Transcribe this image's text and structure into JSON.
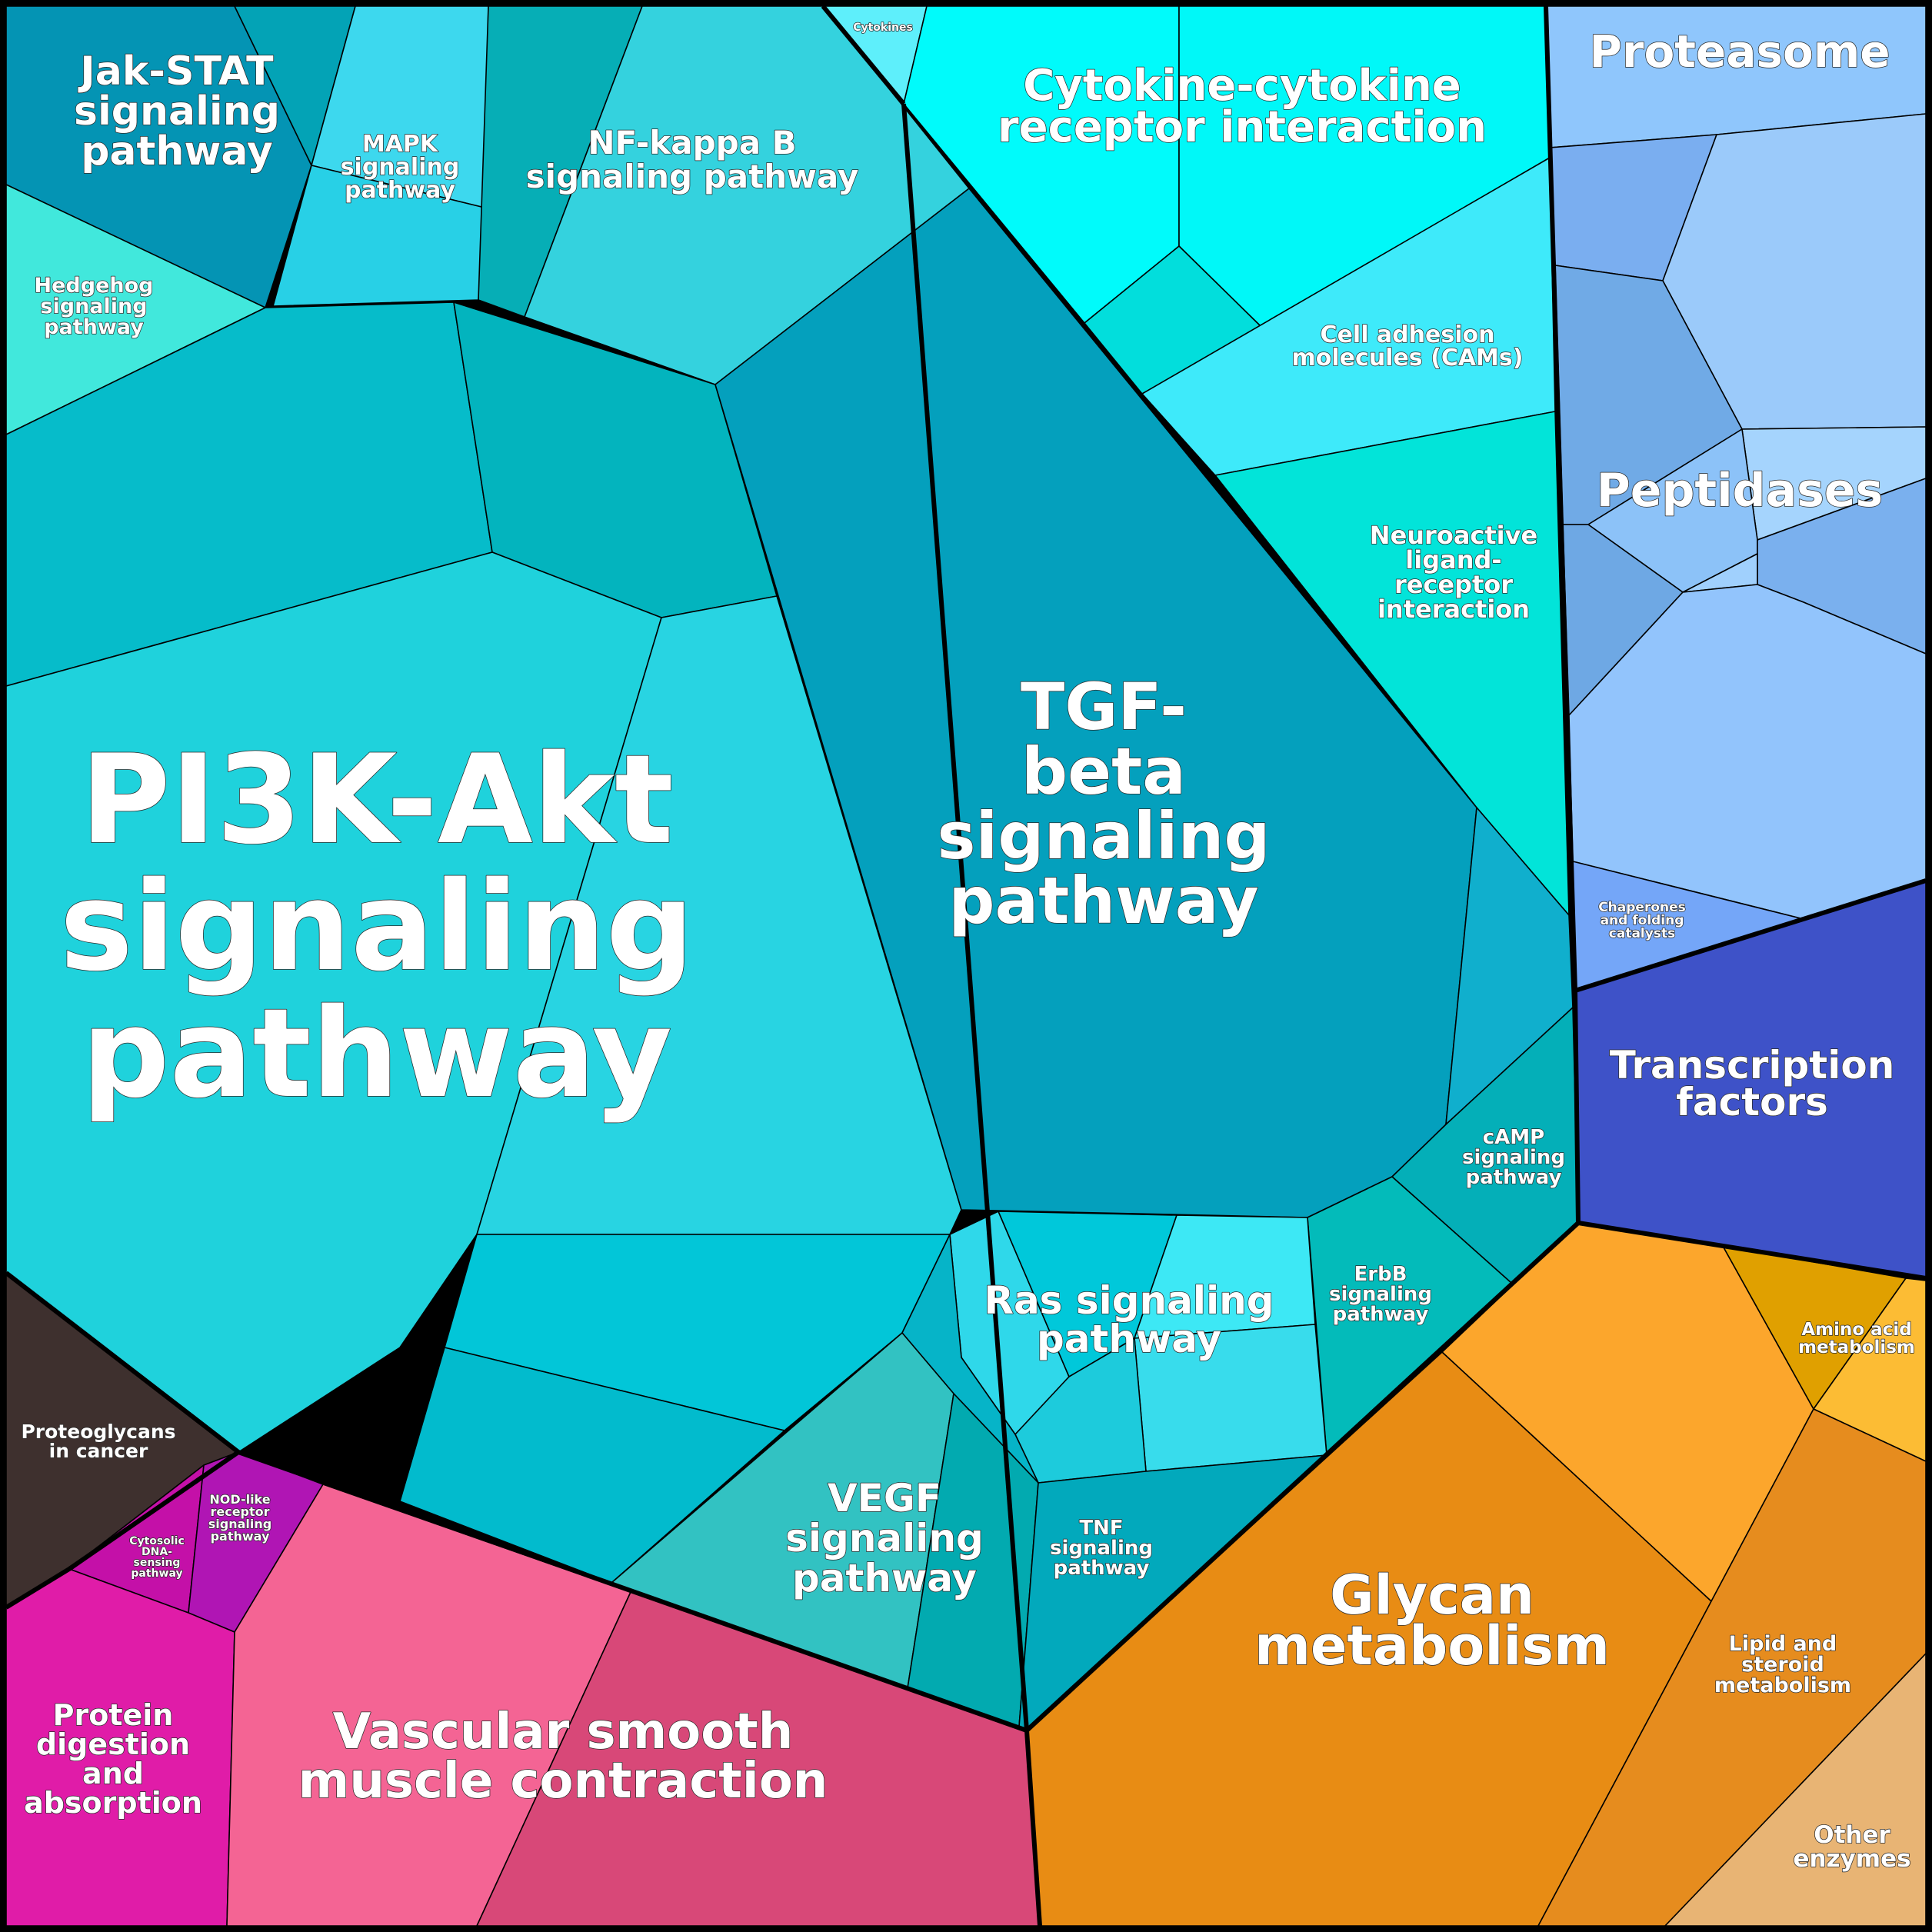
{
  "title": "",
  "colors": {
    "signaling": "#22d3e0",
    "tgf": "#04a0bd",
    "proteasome": "#8fc6fc",
    "peptidases": "#9bcafa",
    "transcription": "#3e52c8",
    "glycan": "#e88c14",
    "vascular": "#f46494",
    "protein_digestion": "#e01ca8",
    "proteoglycans": "#3e302e",
    "background": "#000000"
  },
  "chart_data": {
    "type": "voronoi-treemap",
    "labels": [
      {
        "id": "pi3k",
        "text": [
          "PI3K-Akt",
          "signaling",
          "pathway"
        ]
      },
      {
        "id": "tgf",
        "text": [
          "TGF-",
          "beta",
          "signaling",
          "pathway"
        ]
      },
      {
        "id": "jak",
        "text": [
          "Jak-STAT",
          "signaling",
          "pathway"
        ]
      },
      {
        "id": "mapk",
        "text": [
          "MAPK",
          "signaling",
          "pathway"
        ]
      },
      {
        "id": "nfkb",
        "text": [
          "NF-kappa B",
          "signaling pathway"
        ]
      },
      {
        "id": "cytokines",
        "text": [
          "Cytokines"
        ]
      },
      {
        "id": "ccri",
        "text": [
          "Cytokine-cytokine",
          "receptor interaction"
        ]
      },
      {
        "id": "hedgehog",
        "text": [
          "Hedgehog",
          "signaling",
          "pathway"
        ]
      },
      {
        "id": "cams",
        "text": [
          "Cell adhesion",
          "molecules (CAMs)"
        ]
      },
      {
        "id": "neuro",
        "text": [
          "Neuroactive",
          "ligand-",
          "receptor",
          "interaction"
        ]
      },
      {
        "id": "proteasome",
        "text": [
          "Proteasome"
        ]
      },
      {
        "id": "peptidases",
        "text": [
          "Peptidases"
        ]
      },
      {
        "id": "chaperones",
        "text": [
          "Chaperones",
          "and folding",
          "catalysts"
        ]
      },
      {
        "id": "transcription",
        "text": [
          "Transcription",
          "factors"
        ]
      },
      {
        "id": "camp",
        "text": [
          "cAMP",
          "signaling",
          "pathway"
        ]
      },
      {
        "id": "erbb",
        "text": [
          "ErbB",
          "signaling",
          "pathway"
        ]
      },
      {
        "id": "ras",
        "text": [
          "Ras signaling",
          "pathway"
        ]
      },
      {
        "id": "vegf",
        "text": [
          "VEGF",
          "signaling",
          "pathway"
        ]
      },
      {
        "id": "tnf",
        "text": [
          "TNF",
          "signaling",
          "pathway"
        ]
      },
      {
        "id": "proteoglycans",
        "text": [
          "Proteoglycans",
          "in cancer"
        ]
      },
      {
        "id": "nod",
        "text": [
          "NOD-like",
          "receptor",
          "signaling",
          "pathway"
        ]
      },
      {
        "id": "cytosolic",
        "text": [
          "Cytosolic",
          "DNA-",
          "sensing",
          "pathway"
        ]
      },
      {
        "id": "protein",
        "text": [
          "Protein",
          "digestion",
          "and",
          "absorption"
        ]
      },
      {
        "id": "vascular",
        "text": [
          "Vascular smooth",
          "muscle contraction"
        ]
      },
      {
        "id": "glycan",
        "text": [
          "Glycan",
          "metabolism"
        ]
      },
      {
        "id": "amino",
        "text": [
          "Amino acid",
          "metabolism"
        ]
      },
      {
        "id": "lipid",
        "text": [
          "Lipid and",
          "steroid",
          "metabolism"
        ]
      },
      {
        "id": "other",
        "text": [
          "Other",
          "enzymes"
        ]
      }
    ]
  }
}
